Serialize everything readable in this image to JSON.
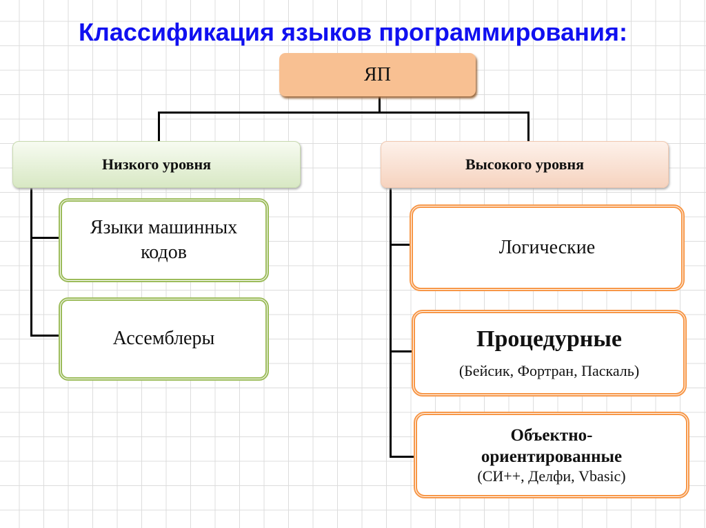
{
  "title": "Классификация языков программирования:",
  "root": "ЯП",
  "low": {
    "label": "Низкого уровня",
    "items": [
      "Языки машинных кодов",
      "Ассемблеры"
    ]
  },
  "high": {
    "label": "Высокого уровня",
    "items": [
      {
        "name": "Логические"
      },
      {
        "name": "Процедурные",
        "examples": "(Бейсик, Фортран, Паскаль)"
      },
      {
        "name": "Объектно-ориентированные",
        "examples": "(СИ++, Делфи, Vbasic)"
      }
    ]
  }
}
